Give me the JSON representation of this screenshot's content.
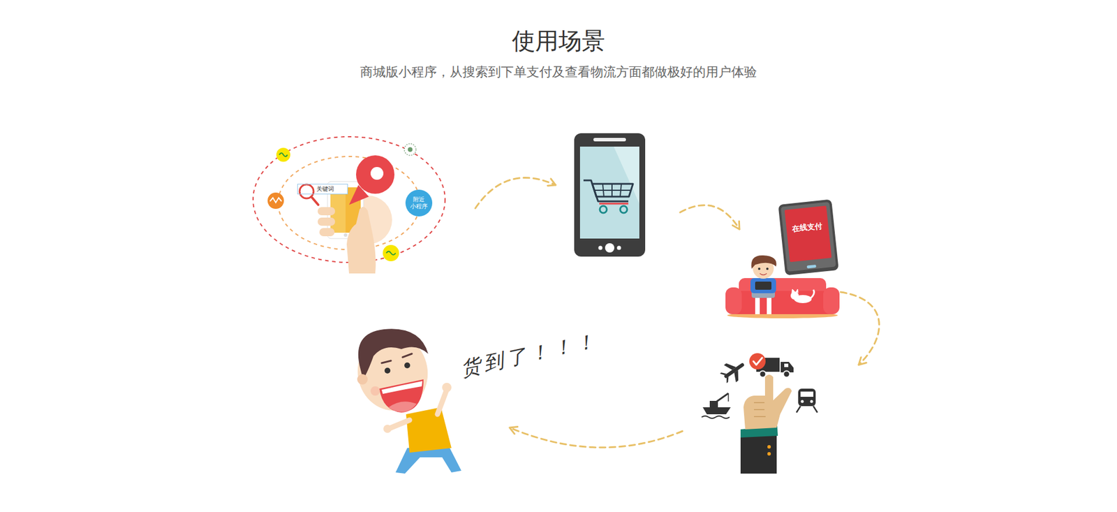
{
  "diagram": {
    "title": "使用场景",
    "nodes": [
      {
        "text": [
          "关键词"
        ]
      },
      {
        "text": [
          "附近 小程序"
        ]
      },
      {
        "text": [
          "在线支付"
        ]
      }
    ],
    "labels": [
      "商城版小程序，从搜索到下单支付及查看物流方面都做极好的用户体验",
      "货到了！！！"
    ]
  }
}
